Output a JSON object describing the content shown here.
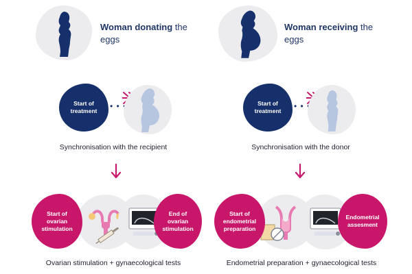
{
  "donor": {
    "title_bold": "Woman donating",
    "title_rest1": " the",
    "title_rest2": "eggs",
    "step1": [
      "Start of",
      "treatment"
    ],
    "step1_caption": "Synchronisation with the recipient",
    "step2_left": [
      "Start of",
      "ovarian",
      "stimulation"
    ],
    "step2_right": [
      "End of",
      "ovarian",
      "stimulation"
    ],
    "step2_caption": "Ovarian stimulation + gynaecological tests"
  },
  "recipient": {
    "title_bold": "Woman receiving",
    "title_rest1": " the",
    "title_rest2": "eggs",
    "step1": [
      "Start of",
      "treatment"
    ],
    "step1_caption": "Synchronisation with the donor",
    "step2_left": [
      "Start of",
      "endometrial",
      "preparation"
    ],
    "step2_right": [
      "Endometrial",
      "assesment"
    ],
    "step2_caption": "Endometrial preparation + gynaecological tests"
  },
  "dots": "• • •",
  "colors": {
    "navy": "#16306b",
    "magenta": "#c8176a",
    "grey": "#ececef",
    "light_figure": "#b7c6e0"
  },
  "icons": [
    "woman-silhouette-icon",
    "pregnant-woman-icon",
    "double-chevron-icon",
    "arrow-down-icon",
    "uterus-icon",
    "syringe-icon",
    "ultrasound-monitor-icon",
    "pill-box-icon"
  ]
}
